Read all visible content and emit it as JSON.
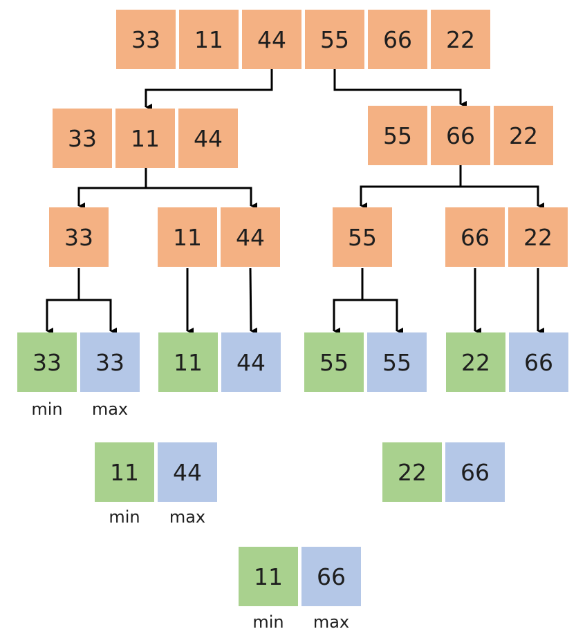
{
  "colors": {
    "unsorted": "#f4b183",
    "min": "#a9d18e",
    "max": "#b4c7e7",
    "arrow": "#000000"
  },
  "row0": [
    "33",
    "11",
    "44",
    "55",
    "66",
    "22"
  ],
  "row1_left": [
    "33",
    "11",
    "44"
  ],
  "row1_right": [
    "55",
    "66",
    "22"
  ],
  "row2": {
    "a": [
      "33"
    ],
    "b": [
      "11",
      "44"
    ],
    "c": [
      "55"
    ],
    "d": [
      "66",
      "22"
    ]
  },
  "row3": {
    "a": {
      "min": "33",
      "max": "33"
    },
    "b": {
      "min": "11",
      "max": "44"
    },
    "c": {
      "min": "55",
      "max": "55"
    },
    "d": {
      "min": "22",
      "max": "66"
    }
  },
  "row4": {
    "left": {
      "min": "11",
      "max": "44"
    },
    "right": {
      "min": "22",
      "max": "66"
    }
  },
  "row5": {
    "min": "11",
    "max": "66"
  },
  "labels": {
    "min": "min",
    "max": "max"
  }
}
